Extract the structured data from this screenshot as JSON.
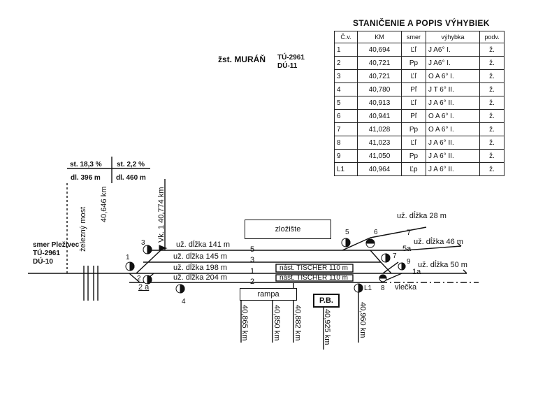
{
  "title": "STANIČENIE A POPIS VÝHYBIEK",
  "station": {
    "name": "žst. MURÁŇ",
    "tu": "TÚ-2961",
    "du": "DÚ-11"
  },
  "table": {
    "headers": [
      "Č.v.",
      "KM",
      "smer",
      "výhybka",
      "podv."
    ],
    "rows": [
      [
        "1",
        "40,694",
        "Ľľ",
        "J A6° I.",
        "ž."
      ],
      [
        "2",
        "40,721",
        "Pp",
        "J A6° I.",
        "ž."
      ],
      [
        "3",
        "40,721",
        "Ľľ",
        "O A 6° I.",
        "ž."
      ],
      [
        "4",
        "40,780",
        "Pľ",
        "J T 6° II.",
        "ž."
      ],
      [
        "5",
        "40,913",
        "Ľľ",
        "J A 6° II.",
        "ž."
      ],
      [
        "6",
        "40,941",
        "Pľ",
        "O A 6° I.",
        "ž."
      ],
      [
        "7",
        "41,028",
        "Pp",
        "O A 6° I.",
        "ž."
      ],
      [
        "8",
        "41,023",
        "Ľľ",
        "J A 6° II.",
        "ž."
      ],
      [
        "9",
        "41,050",
        "Pp",
        "J A 6° II.",
        "ž."
      ],
      [
        "L1",
        "40,964",
        "Ľp",
        "J A 6° II.",
        "ž."
      ]
    ]
  },
  "gradients": {
    "g1": "st. 18,3 %",
    "g1_len": "dl. 396 m",
    "g2": "st. 2,2 %",
    "g2_len": "dl. 460 m"
  },
  "bridge": {
    "label": "železný most",
    "km": "40,646 km"
  },
  "vk": "Vk. 1 40,774 km",
  "direction": {
    "label": "smer Pleživec",
    "tu": "TÚ-2961",
    "du": "DÚ-10"
  },
  "track_lengths": {
    "t5": "už. dĺžka 141 m",
    "t3": "už. dĺžka 145 m",
    "t1": "už. dĺžka 198 m",
    "t2": "už. dĺžka 204 m",
    "t7": "už. dĺžka 28 m",
    "t5a": "už. dĺžka 46 m",
    "t1a": "už. dĺžka 50 m"
  },
  "track_numbers": {
    "n5": "5",
    "n3": "3",
    "n1": "1",
    "n2": "2",
    "n7": "7",
    "n5a": "5a",
    "n1a": "1a",
    "n2a": "2 a"
  },
  "platforms": {
    "p1": "nást. TISCHER 110 m",
    "p2": "nást. TISCHER 110 m"
  },
  "boxes": {
    "zlozisko": "zložište",
    "rampa": "rampa",
    "pb": "P.B."
  },
  "vlecka": "vlečka",
  "signals": {
    "s1": "1",
    "s2": "2",
    "s3": "3",
    "s4": "4",
    "s5": "5",
    "s6": "6",
    "s7": "7",
    "s8": "8",
    "s9": "9",
    "l1": "L1"
  },
  "km_marks": [
    "40,865 km",
    "40,850 km",
    "40,882 km",
    "40,925 km",
    "40,960 km"
  ]
}
